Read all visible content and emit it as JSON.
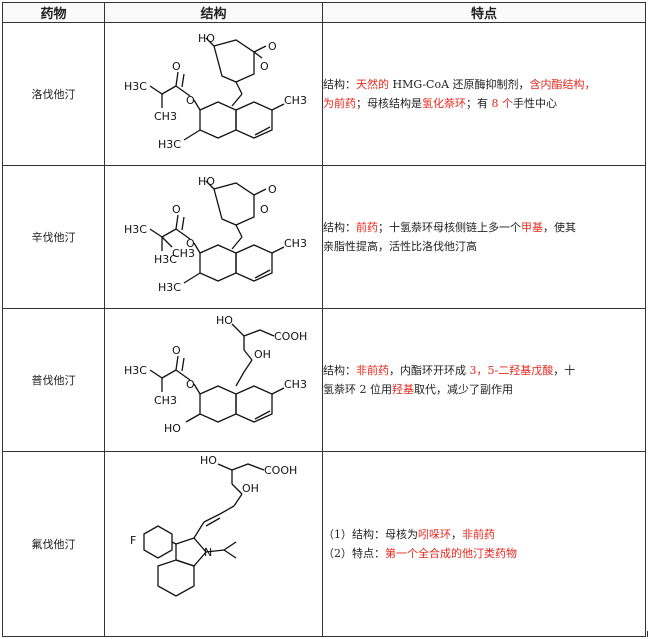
{
  "table": {
    "headers": {
      "drug": "药物",
      "structure": "结构",
      "features": "特点"
    },
    "rows": [
      {
        "name": "洛伐他汀",
        "features": [
          [
            {
              "t": "结构：",
              "r": false
            },
            {
              "t": "天然的",
              "r": true
            },
            {
              "t": " HMG-CoA 还原酶抑制剂，",
              "r": false
            },
            {
              "t": "含内酯结构，",
              "r": true
            }
          ],
          [
            {
              "t": "为前药",
              "r": true
            },
            {
              "t": "；母核结构是",
              "r": false
            },
            {
              "t": "氢化萘环",
              "r": true
            },
            {
              "t": "；有 ",
              "r": false
            },
            {
              "t": "8 个",
              "r": true
            },
            {
              "t": "手性中心",
              "r": false
            }
          ]
        ]
      },
      {
        "name": "辛伐他汀",
        "features": [
          [
            {
              "t": "结构：",
              "r": false
            },
            {
              "t": "前药",
              "r": true
            },
            {
              "t": "；十氢萘环母核侧链上多一个",
              "r": false
            },
            {
              "t": "甲基",
              "r": true
            },
            {
              "t": "，使其",
              "r": false
            }
          ],
          [
            {
              "t": "亲脂性提高，活性比洛伐他汀高",
              "r": false
            }
          ]
        ]
      },
      {
        "name": "普伐他汀",
        "features": [
          [
            {
              "t": "结构：",
              "r": false
            },
            {
              "t": "非前药",
              "r": true
            },
            {
              "t": "，内酯环开环成 ",
              "r": false
            },
            {
              "t": "3，5-二羟基戊酸",
              "r": true
            },
            {
              "t": "，十",
              "r": false
            }
          ],
          [
            {
              "t": "氢萘环 2 位用",
              "r": false
            },
            {
              "t": "羟基",
              "r": true
            },
            {
              "t": "取代，减少了副作用",
              "r": false
            }
          ]
        ]
      },
      {
        "name": "氟伐他汀",
        "features": [
          [
            {
              "t": "（1）结构：母核为",
              "r": false
            },
            {
              "t": "吲哚环",
              "r": true
            },
            {
              "t": "，",
              "r": false
            },
            {
              "t": "非前药",
              "r": true
            }
          ],
          [
            {
              "t": "（2）特点：",
              "r": false
            },
            {
              "t": "第一个全合成的他汀类药物",
              "r": true
            }
          ]
        ]
      }
    ]
  },
  "structure_labels": {
    "lovastatin": {
      "ho": "HO",
      "o": "O",
      "h3c": "H3C",
      "ch3": "CH3"
    },
    "simvastatin": {
      "ho": "HO",
      "o": "O",
      "h3c": "H3C",
      "ch3": "CH3"
    },
    "pravastatin": {
      "ho": "HO",
      "cooh": "COOH",
      "oh": "OH",
      "o": "O",
      "h3c": "H3C",
      "ch3": "CH3"
    },
    "fluvastatin": {
      "ho": "HO",
      "cooh": "COOH",
      "oh": "OH",
      "f": "F",
      "n": "N"
    }
  },
  "colors": {
    "accent_red": "#e8281e",
    "border": "#333333"
  }
}
